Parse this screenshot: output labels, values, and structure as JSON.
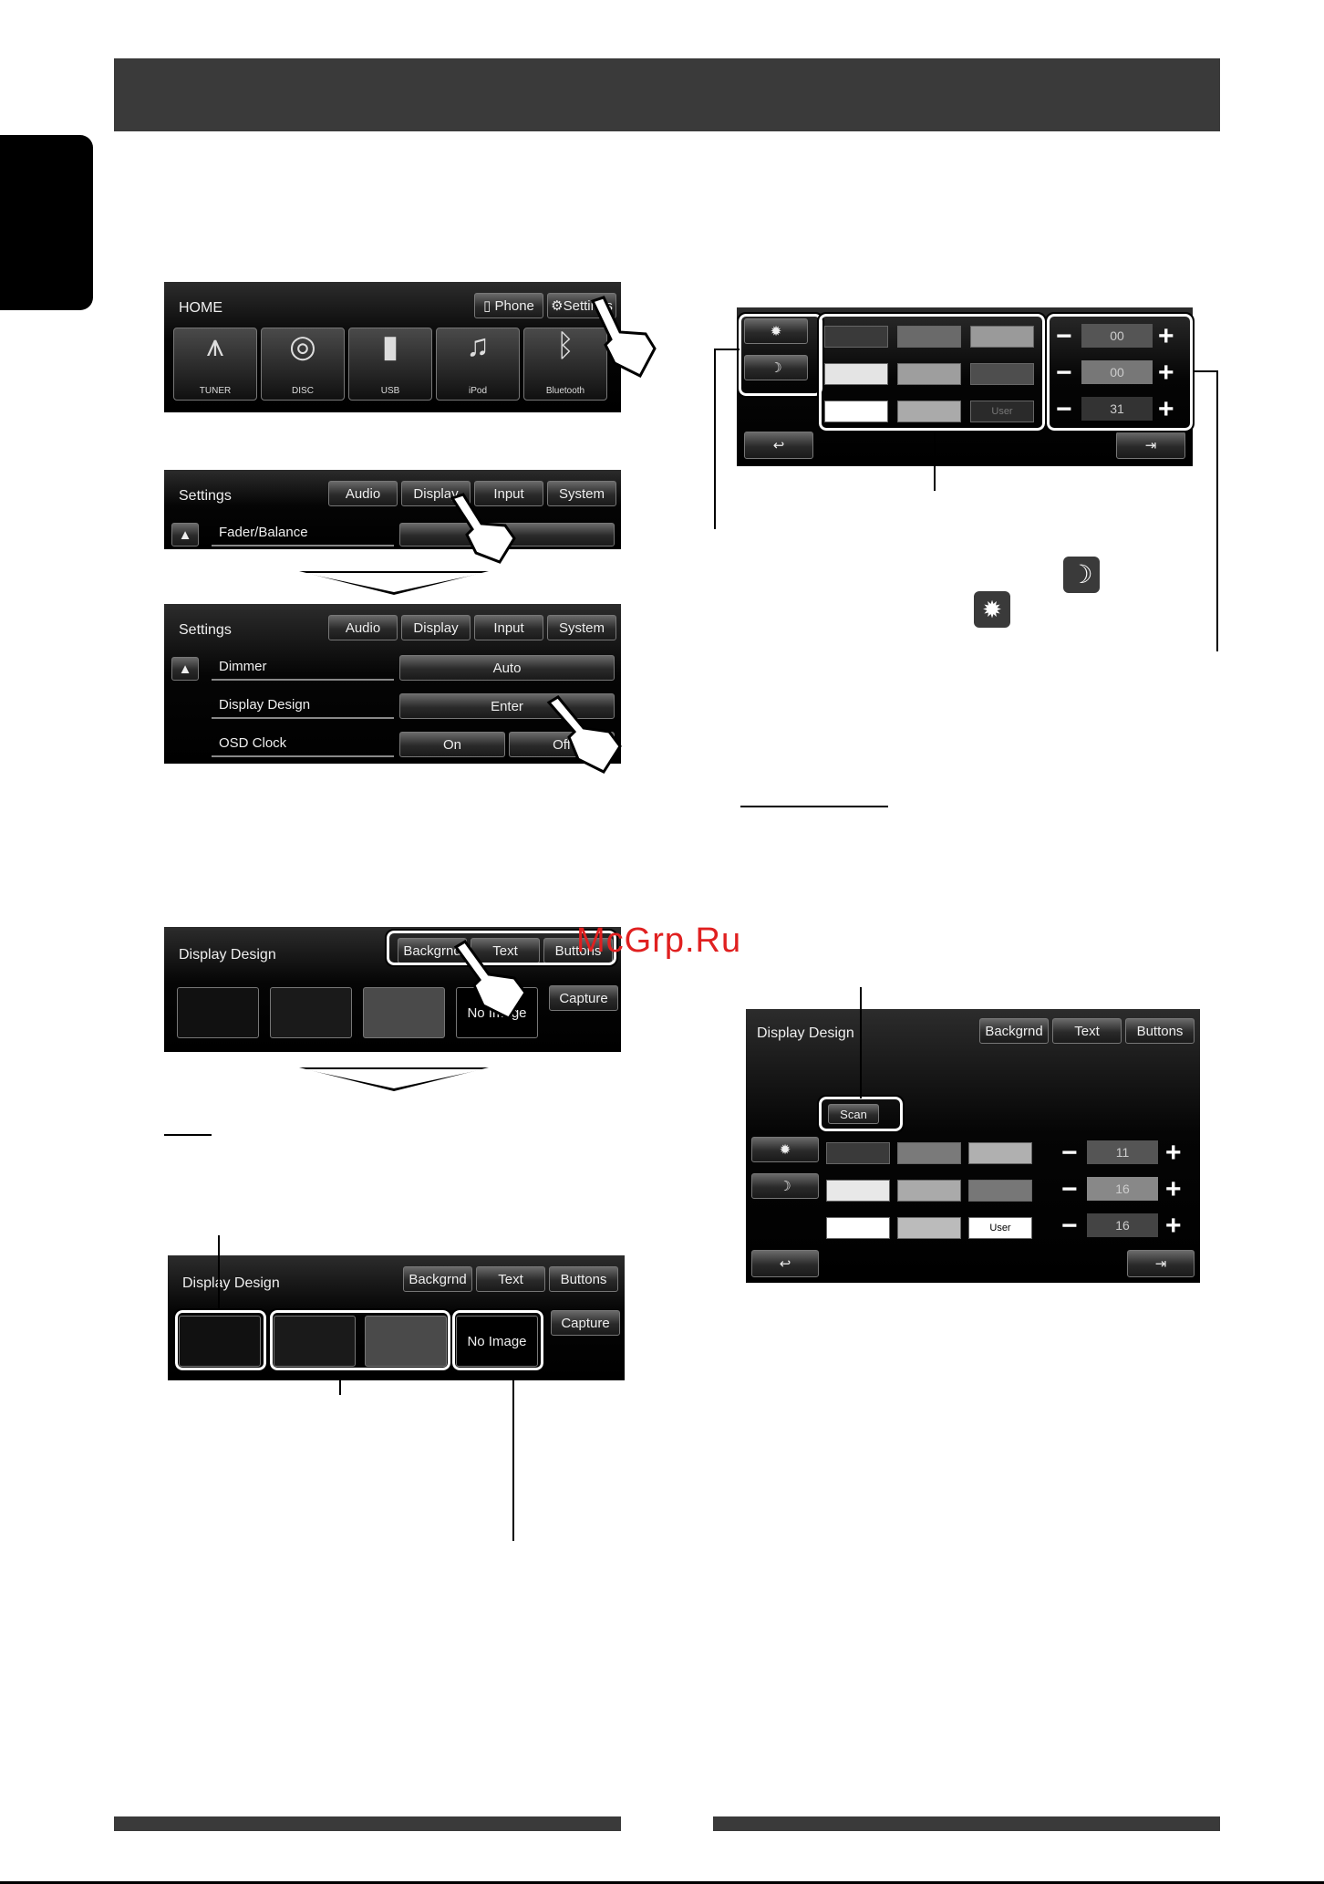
{
  "home": {
    "title": "HOME",
    "phone": "Phone",
    "settings": "Settings",
    "tiles": [
      "TUNER",
      "DISC",
      "USB",
      "iPod",
      "Bluetooth"
    ]
  },
  "settings1": {
    "title": "Settings",
    "tabs": [
      "Audio",
      "Display",
      "Input",
      "System"
    ],
    "row": "Fader/Balance"
  },
  "settings2": {
    "title": "Settings",
    "tabs": [
      "Audio",
      "Display",
      "Input",
      "System"
    ],
    "rows": [
      {
        "label": "Dimmer",
        "value": "Auto"
      },
      {
        "label": "Display Design",
        "value": "Enter"
      },
      {
        "label": "OSD Clock",
        "value": "On",
        "value2": "Off"
      }
    ]
  },
  "design1": {
    "title": "Display Design",
    "tabs": [
      "Backgrnd",
      "Text",
      "Buttons"
    ],
    "no_image": "No Image",
    "capture": "Capture"
  },
  "design2": {
    "title": "Display Design",
    "tabs": [
      "Backgrnd",
      "Text",
      "Buttons"
    ],
    "no_image": "No Image",
    "capture": "Capture"
  },
  "color_panel": {
    "values": [
      "00",
      "00",
      "31"
    ],
    "user": "User"
  },
  "design3": {
    "title": "Display Design",
    "tabs": [
      "Backgrnd",
      "Text",
      "Buttons"
    ],
    "scan": "Scan",
    "values": [
      "11",
      "16",
      "16"
    ],
    "user": "User"
  },
  "watermark": "McGrp.Ru"
}
